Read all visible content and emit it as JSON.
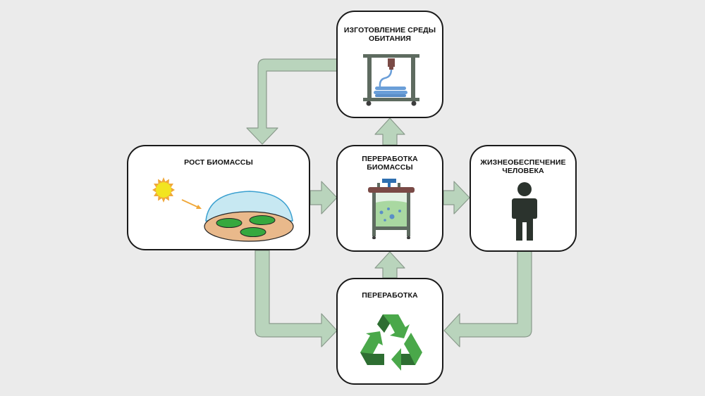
{
  "diagram": {
    "nodes": {
      "habitat": {
        "title_lines": [
          "ИЗГОТОВЛЕНИЕ СРЕДЫ",
          "ОБИТАНИЯ"
        ],
        "icon": "3d-printer-icon"
      },
      "growth": {
        "title_lines": [
          "РОСТ БИОМАССЫ"
        ],
        "icon": "sun-and-dome-with-biomass-icon"
      },
      "processing": {
        "title_lines": [
          "ПЕРЕРАБОТКА",
          "БИОМАССЫ"
        ],
        "icon": "bioreactor-icon"
      },
      "life_support": {
        "title_lines": [
          "ЖИЗНЕОБЕСПЕЧЕНИЕ",
          "ЧЕЛОВЕКА"
        ],
        "icon": "person-icon"
      },
      "recycling": {
        "title_lines": [
          "ПЕРЕРАБОТКА"
        ],
        "icon": "recycle-icon"
      }
    },
    "edges": [
      {
        "from": "habitat",
        "to": "growth"
      },
      {
        "from": "growth",
        "to": "processing"
      },
      {
        "from": "processing",
        "to": "habitat"
      },
      {
        "from": "processing",
        "to": "life_support"
      },
      {
        "from": "growth",
        "to": "recycling"
      },
      {
        "from": "life_support",
        "to": "recycling"
      },
      {
        "from": "recycling",
        "to": "processing"
      }
    ],
    "colors": {
      "background": "#ebebeb",
      "arrow_fill": "#b9d4bc",
      "arrow_stroke": "#8a9a8c",
      "box_border": "#1a1a1a",
      "recycle_light": "#4aa84a",
      "recycle_dark": "#2e6e32"
    }
  }
}
